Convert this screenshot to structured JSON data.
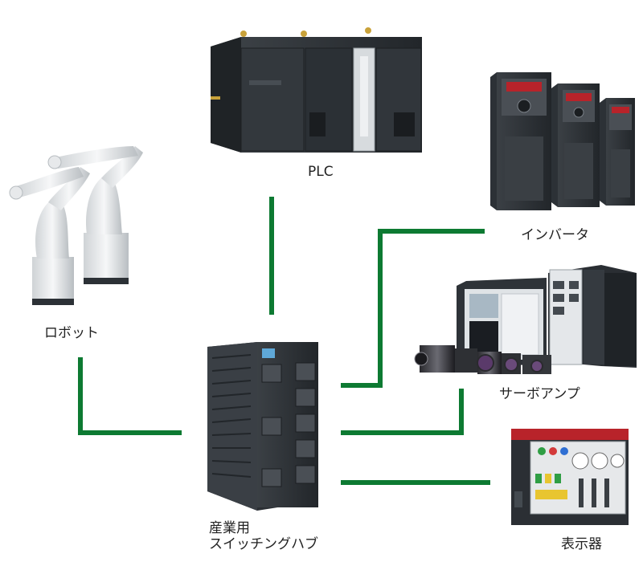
{
  "diagram": {
    "link_color": "#0d7a32",
    "devices": {
      "plc": {
        "label": "PLC",
        "icon": "plc-unit-icon"
      },
      "inverter": {
        "label": "インバータ",
        "icon": "inverter-drives-icon"
      },
      "robot": {
        "label": "ロボット",
        "icon": "robot-arm-icon"
      },
      "servo": {
        "label": "サーボアンプ",
        "icon": "servo-amp-camera-icon"
      },
      "hub": {
        "label_line1": "産業用",
        "label_line2": "スイッチングハブ",
        "icon": "switching-hub-icon"
      },
      "display": {
        "label": "表示器",
        "icon": "hmi-panel-icon"
      }
    }
  }
}
